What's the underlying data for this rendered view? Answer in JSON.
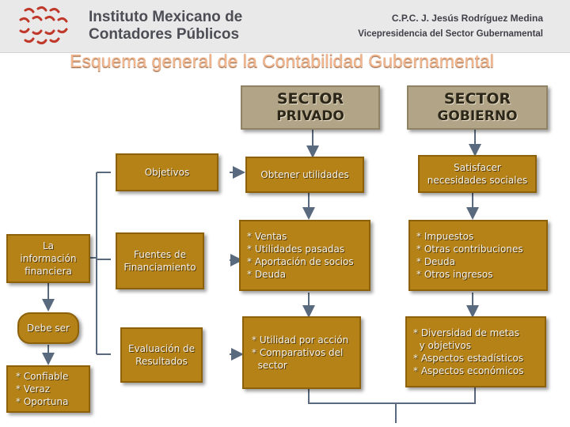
{
  "header": {
    "org_line1": "Instituto Mexicano de",
    "org_line2": "Contadores Públicos",
    "person": "C.P.C. J. Jesús Rodríguez Medina",
    "role": "Vicepresidencia del Sector Gubernamental"
  },
  "title": "Esquema general de la Contabilidad Gubernamental",
  "columns": {
    "privado": {
      "line1": "SECTOR",
      "line2": "PRIVADO"
    },
    "gobierno": {
      "line1": "SECTOR",
      "line2": "GOBIERNO"
    }
  },
  "left": {
    "informacion": {
      "line1": "La",
      "line2": "información",
      "line3": "financiera"
    },
    "debe_ser": "Debe ser",
    "cualidades": [
      "* Confiable",
      "* Veraz",
      "* Oportuna"
    ]
  },
  "rows": {
    "objetivos": {
      "label": "Objetivos",
      "privado": "Obtener utilidades",
      "gobierno": [
        "Satisfacer",
        "necesidades sociales"
      ]
    },
    "fuentes": {
      "label": [
        "Fuentes de",
        "Financiamiento"
      ],
      "privado": [
        "* Ventas",
        "* Utilidades pasadas",
        "* Aportación de socios",
        "* Deuda"
      ],
      "gobierno": [
        "* Impuestos",
        "* Otras contribuciones",
        "* Deuda",
        "* Otros ingresos"
      ]
    },
    "evaluacion": {
      "label": [
        "Evaluación de",
        "Resultados"
      ],
      "privado": [
        "* Utilidad por acción",
        "* Comparativos del",
        "  sector"
      ],
      "gobierno": [
        "* Diversidad de metas",
        "  y objetivos",
        "* Aspectos estadísticos",
        "* Aspectos económicos"
      ]
    }
  },
  "colors": {
    "box": "#b58218",
    "header_box": "#b2a486",
    "title": "#f3b58c",
    "line": "#5a6a7e"
  }
}
